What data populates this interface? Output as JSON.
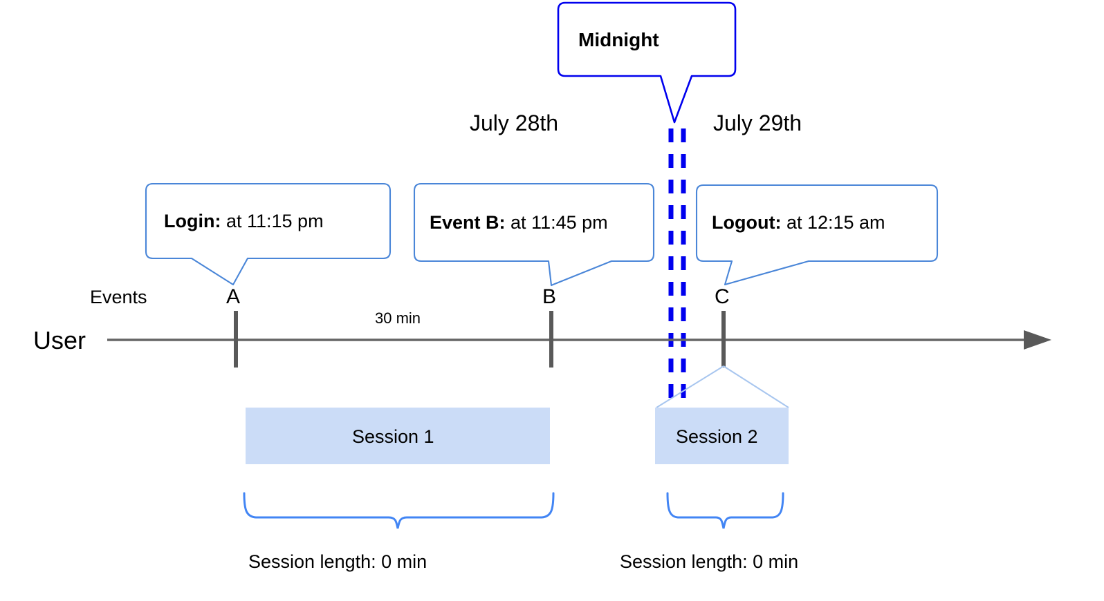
{
  "diagram": {
    "title_callout": {
      "label": "Midnight"
    },
    "dates": [
      {
        "label": "July 28th"
      },
      {
        "label": "July 29th"
      }
    ],
    "event_callouts": [
      {
        "bold": "Login:",
        "rest": " at 11:15 pm"
      },
      {
        "bold": "Event B:",
        "rest": " at 11:45 pm"
      },
      {
        "bold": "Logout:",
        "rest": " at 12:15 am"
      }
    ],
    "row_labels": {
      "events": "Events",
      "user": "User"
    },
    "ticks": [
      {
        "label": "A"
      },
      {
        "label": "B"
      },
      {
        "label": "C"
      }
    ],
    "duration_label": "30 min",
    "sessions": [
      {
        "label": "Session 1",
        "length_label": "Session length: 0 min"
      },
      {
        "label": "Session 2",
        "length_label": "Session length: 0 min"
      }
    ],
    "colors": {
      "midnight_blue": "#0000ee",
      "callout_blue": "#4a86d8",
      "brace_blue": "#4285f4",
      "session_fill": "#cbdcf7",
      "session_edge": "#a8c6ef",
      "axis_gray": "#666666",
      "tick_gray": "#595959"
    }
  }
}
